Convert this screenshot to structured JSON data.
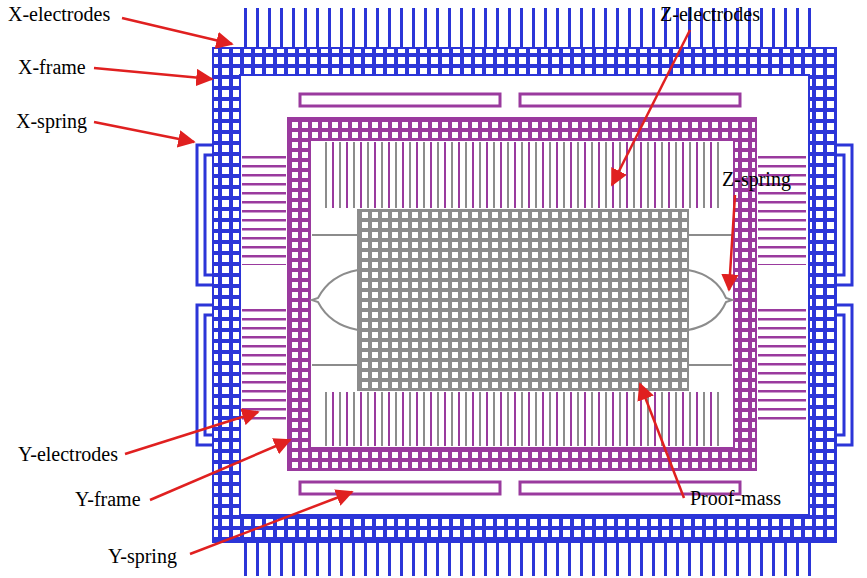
{
  "diagram": {
    "labels": [
      "X-electrodes",
      "X-frame",
      "X-spring",
      "Z-electrodes",
      "Z-spring",
      "Y-electrodes",
      "Y-frame",
      "Y-spring",
      "Proof-mass"
    ]
  }
}
